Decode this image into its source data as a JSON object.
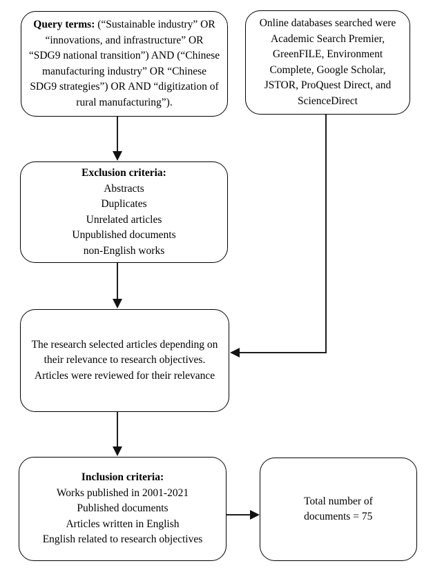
{
  "boxes": {
    "query": {
      "label": "Query terms:",
      "text": " (“Sustainable industry” OR “innovations, and infrastructure” OR “SDG9 national transition”) AND (“Chinese manufacturing industry” OR “Chinese SDG9 strategies”) OR AND “digitization of rural manufacturing”)."
    },
    "databases": {
      "text": "Online databases searched were Academic Search Premier, GreenFILE, Environment Complete, Google Scholar, JSTOR, ProQuest Direct, and ScienceDirect"
    },
    "exclusion": {
      "title": "Exclusion criteria:",
      "items": [
        "Abstracts",
        "Duplicates",
        "Unrelated articles",
        "Unpublished documents",
        "non-English works"
      ]
    },
    "selection": {
      "text": "The research selected articles depending on their relevance to research objectives. Articles were reviewed for their relevance"
    },
    "inclusion": {
      "title": "Inclusion criteria:",
      "items": [
        "Works published in 2001-2021",
        "Published documents",
        "Articles written in English",
        "English related to research objectives"
      ]
    },
    "total": {
      "lines": [
        "Total number of",
        "documents = 75"
      ]
    }
  },
  "colors": {
    "box_border": "#000000",
    "arrow": "#1c1c1c",
    "background": "#ffffff",
    "text": "#000000"
  }
}
